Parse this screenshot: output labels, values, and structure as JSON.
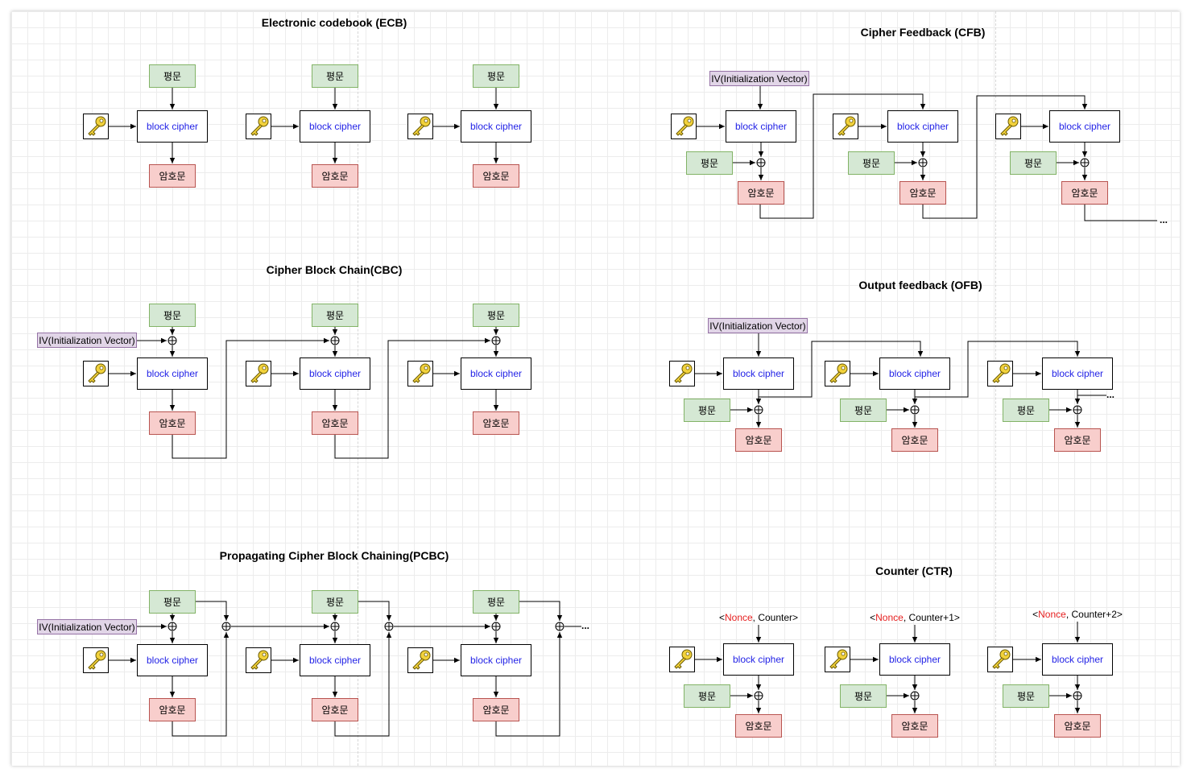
{
  "labels": {
    "block": "block cipher",
    "plaintext": "평문",
    "ciphertext": "암호문",
    "iv": "IV(Initialization Vector)",
    "ellipsis": "...",
    "nonce_open": "<",
    "nonce_word": "Nonce",
    "nonce_close": ">"
  },
  "sections": {
    "ecb": {
      "title": "Electronic codebook (ECB)"
    },
    "cbc": {
      "title": "Cipher Block Chain(CBC)"
    },
    "pcbc": {
      "title": "Propagating Cipher Block Chaining(PCBC)"
    },
    "cfb": {
      "title": "Cipher Feedback (CFB)"
    },
    "ofb": {
      "title": "Output feedback (OFB)"
    },
    "ctr": {
      "title": "Counter (CTR)",
      "counters": [
        ", Counter",
        ", Counter+1",
        ", Counter+2"
      ]
    }
  },
  "colors": {
    "plaintext_fill": "#d5e8d4",
    "ciphertext_fill": "#f8cecc",
    "iv_fill": "#e1d5e7",
    "cipher_text": "#2323e6",
    "key_fill": "#f2d23c",
    "nonce_red": "#e62020"
  },
  "icons": {
    "key": "key-icon",
    "xor": "xor-icon"
  }
}
